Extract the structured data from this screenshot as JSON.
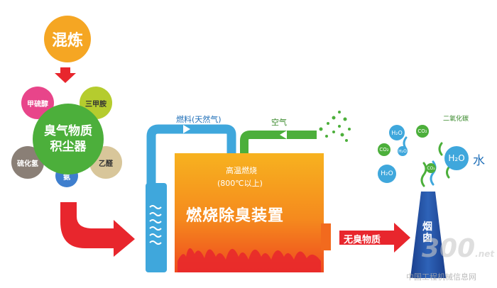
{
  "mixing": "混炼",
  "odor_collector": {
    "line1": "臭气物质",
    "line2": "积尘器"
  },
  "odor_sources": {
    "methanethiol": "甲硫醇",
    "trimethylamine": "三甲胺",
    "hydrogen_sulfide": "硫化氢",
    "ammonia": "氨",
    "acetaldehyde": "乙醛"
  },
  "fuel_label": "燃料(天然气)",
  "air_label": "空气",
  "furnace": {
    "subtitle1": "高温燃烧",
    "subtitle2": "(800℃以上)",
    "title": "燃烧除臭装置"
  },
  "output_label": "无臭物质",
  "chimney_label": "烟囱",
  "emissions": {
    "co2_label": "二氧化碳",
    "h2o": "H₂O",
    "co2": "CO₂",
    "water_label": "水"
  },
  "watermark": {
    "brand": "300",
    "suffix": ".net",
    "site": "中国工程机械信息网"
  },
  "colors": {
    "orange": "#f5a623",
    "green": "#4caf3b",
    "red": "#e8262d",
    "blue": "#3fa7dc",
    "navy": "#1f4e9c",
    "yellow_green": "#b5cc2e"
  }
}
